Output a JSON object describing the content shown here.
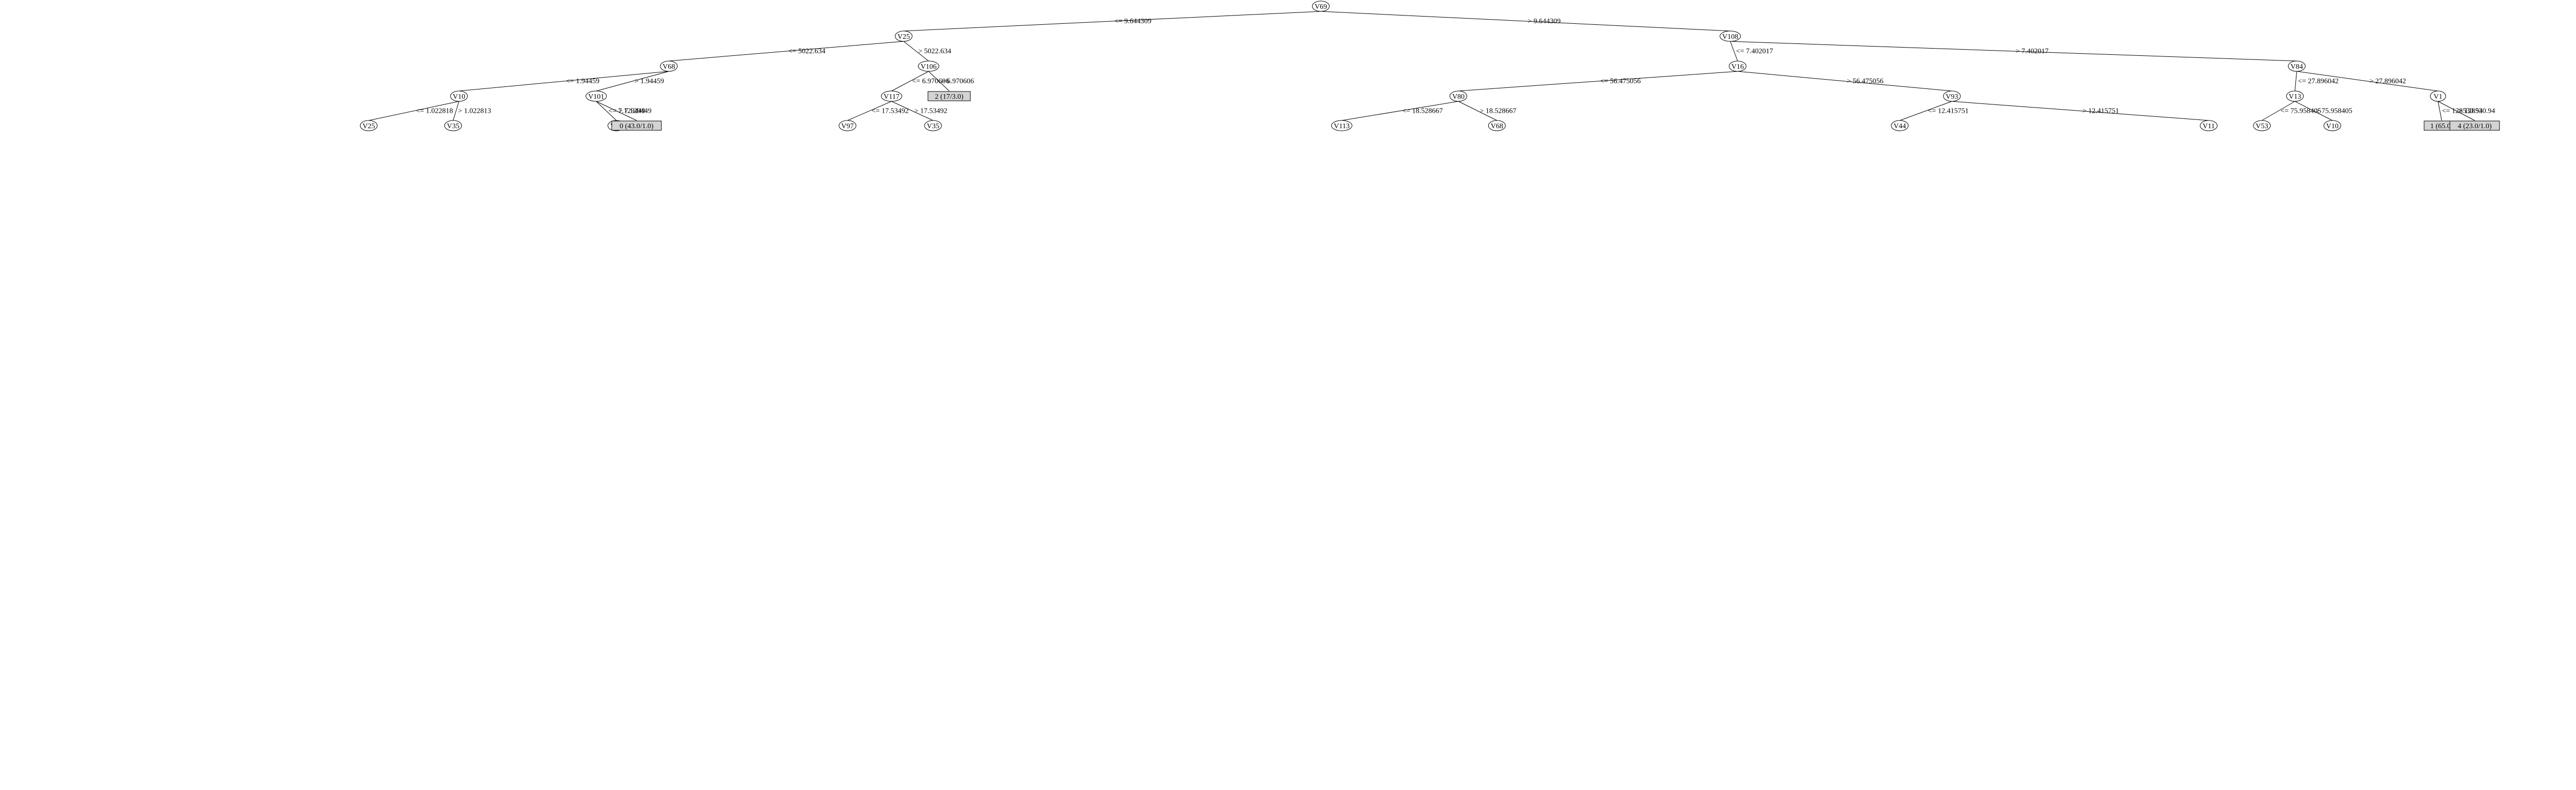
{
  "tree": {
    "nodes": [
      {
        "id": "n0",
        "label": "V69",
        "kind": "split"
      },
      {
        "id": "n1",
        "label": "V25",
        "kind": "split"
      },
      {
        "id": "n2",
        "label": "V108",
        "kind": "split"
      },
      {
        "id": "n3",
        "label": "V68",
        "kind": "split"
      },
      {
        "id": "n4",
        "label": "V106",
        "kind": "split"
      },
      {
        "id": "n5",
        "label": "V16",
        "kind": "split"
      },
      {
        "id": "n6",
        "label": "V84",
        "kind": "split"
      },
      {
        "id": "n7",
        "label": "V10",
        "kind": "split"
      },
      {
        "id": "n8",
        "label": "V101",
        "kind": "split"
      },
      {
        "id": "n9",
        "label": "V117",
        "kind": "split"
      },
      {
        "id": "n10",
        "label": "2 (17/3.0)",
        "kind": "leaf"
      },
      {
        "id": "n11",
        "label": "V80",
        "kind": "split"
      },
      {
        "id": "n12",
        "label": "V93",
        "kind": "split"
      },
      {
        "id": "n13",
        "label": "V13",
        "kind": "split"
      },
      {
        "id": "n14",
        "label": "V1",
        "kind": "split"
      },
      {
        "id": "n15",
        "label": "V25",
        "kind": "split"
      },
      {
        "id": "n16",
        "label": "V35",
        "kind": "split"
      },
      {
        "id": "n17",
        "label": "V82",
        "kind": "split"
      },
      {
        "id": "n18",
        "label": "0 (43.0/1.0)",
        "kind": "leaf"
      },
      {
        "id": "n19",
        "label": "V97",
        "kind": "split"
      },
      {
        "id": "n20",
        "label": "V35",
        "kind": "split"
      },
      {
        "id": "n21",
        "label": "V113",
        "kind": "split"
      },
      {
        "id": "n22",
        "label": "V68",
        "kind": "split"
      },
      {
        "id": "n23",
        "label": "V44",
        "kind": "split"
      },
      {
        "id": "n24",
        "label": "V11",
        "kind": "split"
      },
      {
        "id": "n25",
        "label": "V53",
        "kind": "split"
      },
      {
        "id": "n26",
        "label": "V10",
        "kind": "split"
      },
      {
        "id": "n27",
        "label": "1 (65.0)",
        "kind": "leaf"
      },
      {
        "id": "n28",
        "label": "4 (23.0/1.0)",
        "kind": "leaf"
      }
    ],
    "edges": [
      {
        "from": "n0",
        "to": "n1",
        "label": "<= 9.644309"
      },
      {
        "from": "n0",
        "to": "n2",
        "label": "> 9.644309"
      },
      {
        "from": "n1",
        "to": "n3",
        "label": "<= 5022.634"
      },
      {
        "from": "n1",
        "to": "n4",
        "label": "> 5022.634"
      },
      {
        "from": "n2",
        "to": "n5",
        "label": "<= 7.402017"
      },
      {
        "from": "n2",
        "to": "n6",
        "label": "> 7.402017"
      },
      {
        "from": "n3",
        "to": "n7",
        "label": "<= 1.94459"
      },
      {
        "from": "n3",
        "to": "n8",
        "label": "> 1.94459"
      },
      {
        "from": "n4",
        "to": "n9",
        "label": "<= 6.970606"
      },
      {
        "from": "n4",
        "to": "n10",
        "label": "> 6.970606"
      },
      {
        "from": "n5",
        "to": "n11",
        "label": "<= 56.475056"
      },
      {
        "from": "n5",
        "to": "n12",
        "label": "> 56.475056"
      },
      {
        "from": "n6",
        "to": "n13",
        "label": "<= 27.896042"
      },
      {
        "from": "n6",
        "to": "n14",
        "label": "> 27.896042"
      },
      {
        "from": "n7",
        "to": "n15",
        "label": "<= 1.022818"
      },
      {
        "from": "n7",
        "to": "n16",
        "label": "> 1.022813"
      },
      {
        "from": "n8",
        "to": "n17",
        "label": "<= 7.129449"
      },
      {
        "from": "n8",
        "to": "n18",
        "label": "> 7.129449"
      },
      {
        "from": "n9",
        "to": "n19",
        "label": "<= 17.53492"
      },
      {
        "from": "n9",
        "to": "n20",
        "label": "> 17.53492"
      },
      {
        "from": "n11",
        "to": "n21",
        "label": "<= 18.528667"
      },
      {
        "from": "n11",
        "to": "n22",
        "label": "> 18.528667"
      },
      {
        "from": "n12",
        "to": "n23",
        "label": "<= 12.415751"
      },
      {
        "from": "n12",
        "to": "n24",
        "label": "> 12.415751"
      },
      {
        "from": "n13",
        "to": "n25",
        "label": "<= 75.958405"
      },
      {
        "from": "n13",
        "to": "n26",
        "label": "> 75.958405"
      },
      {
        "from": "n14",
        "to": "n27",
        "label": "<= 128530.94"
      },
      {
        "from": "n14",
        "to": "n28",
        "label": "> 128530.94"
      }
    ]
  }
}
